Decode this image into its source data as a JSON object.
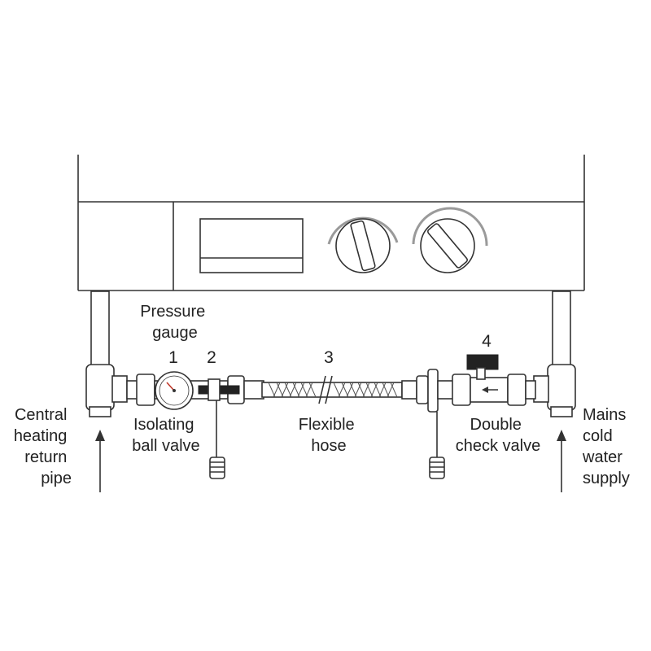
{
  "labels": {
    "pressure_gauge": [
      "Pressure",
      "gauge"
    ],
    "num_1": "1",
    "num_2": "2",
    "num_3": "3",
    "num_4": "4",
    "isolating_ball_valve": [
      "Isolating",
      "ball valve"
    ],
    "flexible_hose": [
      "Flexible",
      "hose"
    ],
    "double_check_valve": [
      "Double",
      "check valve"
    ],
    "central_heating": [
      "Central",
      "heating",
      "return",
      "pipe"
    ],
    "mains_supply": [
      "Mains",
      "cold",
      "water",
      "supply"
    ]
  },
  "colors": {
    "line": "#333333",
    "gauge_needle": "#c0392b",
    "arc": "#9a9a9a",
    "valve_handle": "#222222"
  }
}
